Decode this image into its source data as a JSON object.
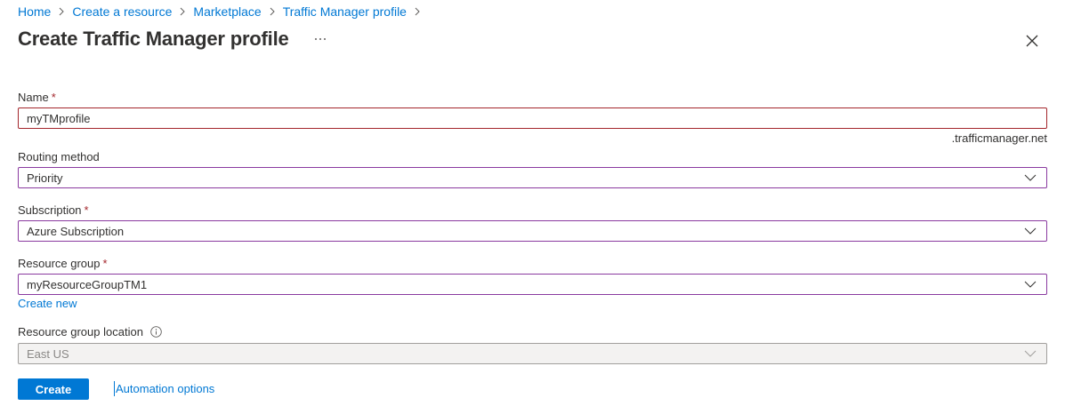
{
  "breadcrumb": [
    {
      "label": "Home"
    },
    {
      "label": "Create a resource"
    },
    {
      "label": "Marketplace"
    },
    {
      "label": "Traffic Manager profile"
    }
  ],
  "header": {
    "title": "Create Traffic Manager profile",
    "more_label": "...",
    "close_label": "Close"
  },
  "form": {
    "name": {
      "label": "Name",
      "required": "*",
      "value": "myTMprofile",
      "suffix": ".trafficmanager.net"
    },
    "routing_method": {
      "label": "Routing method",
      "value": "Priority"
    },
    "subscription": {
      "label": "Subscription",
      "required": "*",
      "value": "Azure Subscription"
    },
    "resource_group": {
      "label": "Resource group",
      "required": "*",
      "value": "myResourceGroupTM1",
      "create_new_label": "Create new"
    },
    "resource_group_location": {
      "label": "Resource group location",
      "value": "East US",
      "disabled": true
    }
  },
  "actions": {
    "create_label": "Create",
    "automation_label": "Automation options"
  },
  "colors": {
    "accent": "#0078d4",
    "required": "#a4262c",
    "select_border": "#8a3aa0",
    "disabled_bg": "#f3f2f1"
  }
}
